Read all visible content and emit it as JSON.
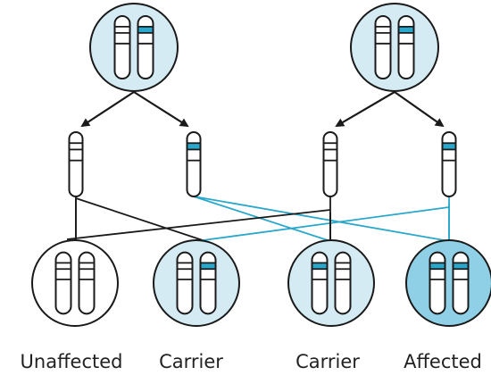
{
  "colors": {
    "cell_carrier": "#d5ebf3",
    "cell_affected": "#8fd0e6",
    "cell_unaffected": "#ffffff",
    "allele_mark": "#2aa8cc",
    "outline": "#1a1a1a",
    "cross_line_normal": "#1a1a1a",
    "cross_line_mutant": "#2aa8cc"
  },
  "parents": [
    {
      "name": "parent-left",
      "chromosomes": [
        "normal",
        "mutant"
      ]
    },
    {
      "name": "parent-right",
      "chromosomes": [
        "normal",
        "mutant"
      ]
    }
  ],
  "gametes": [
    {
      "name": "gamete-1",
      "allele": "normal"
    },
    {
      "name": "gamete-2",
      "allele": "mutant"
    },
    {
      "name": "gamete-3",
      "allele": "normal"
    },
    {
      "name": "gamete-4",
      "allele": "mutant"
    }
  ],
  "offspring": [
    {
      "label": "Unaffected",
      "status": "unaffected",
      "chromosomes": [
        "normal",
        "normal"
      ]
    },
    {
      "label": "Carrier",
      "status": "carrier",
      "chromosomes": [
        "normal",
        "mutant"
      ]
    },
    {
      "label": "Carrier",
      "status": "carrier",
      "chromosomes": [
        "mutant",
        "normal"
      ]
    },
    {
      "label": "Affected",
      "status": "affected",
      "chromosomes": [
        "mutant",
        "mutant"
      ]
    }
  ]
}
